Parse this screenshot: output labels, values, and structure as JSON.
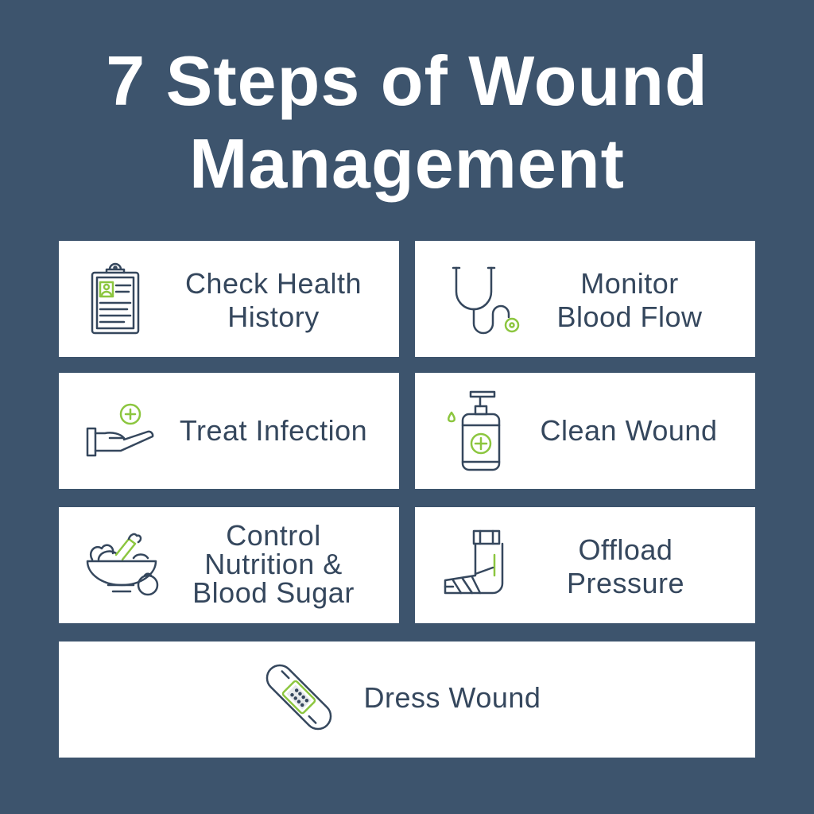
{
  "title": {
    "line1": "7 Steps of Wound",
    "line2": "Management"
  },
  "colors": {
    "background": "#3d546d",
    "card": "#ffffff",
    "text": "#35475d",
    "accent": "#8cc63f"
  },
  "steps": [
    {
      "icon": "clipboard-icon",
      "line1": "Check Health",
      "line2": "History"
    },
    {
      "icon": "stethoscope-icon",
      "line1": "Monitor",
      "line2": "Blood Flow"
    },
    {
      "icon": "hand-plus-icon",
      "line1": "Treat Infection"
    },
    {
      "icon": "soap-bottle-icon",
      "line1": "Clean Wound"
    },
    {
      "icon": "food-bowl-icon",
      "line1": "Control",
      "line2": "Nutrition &",
      "line3": "Blood Sugar"
    },
    {
      "icon": "foot-cast-icon",
      "line1": "Offload",
      "line2": "Pressure"
    },
    {
      "icon": "bandage-icon",
      "line1": "Dress Wound"
    }
  ]
}
